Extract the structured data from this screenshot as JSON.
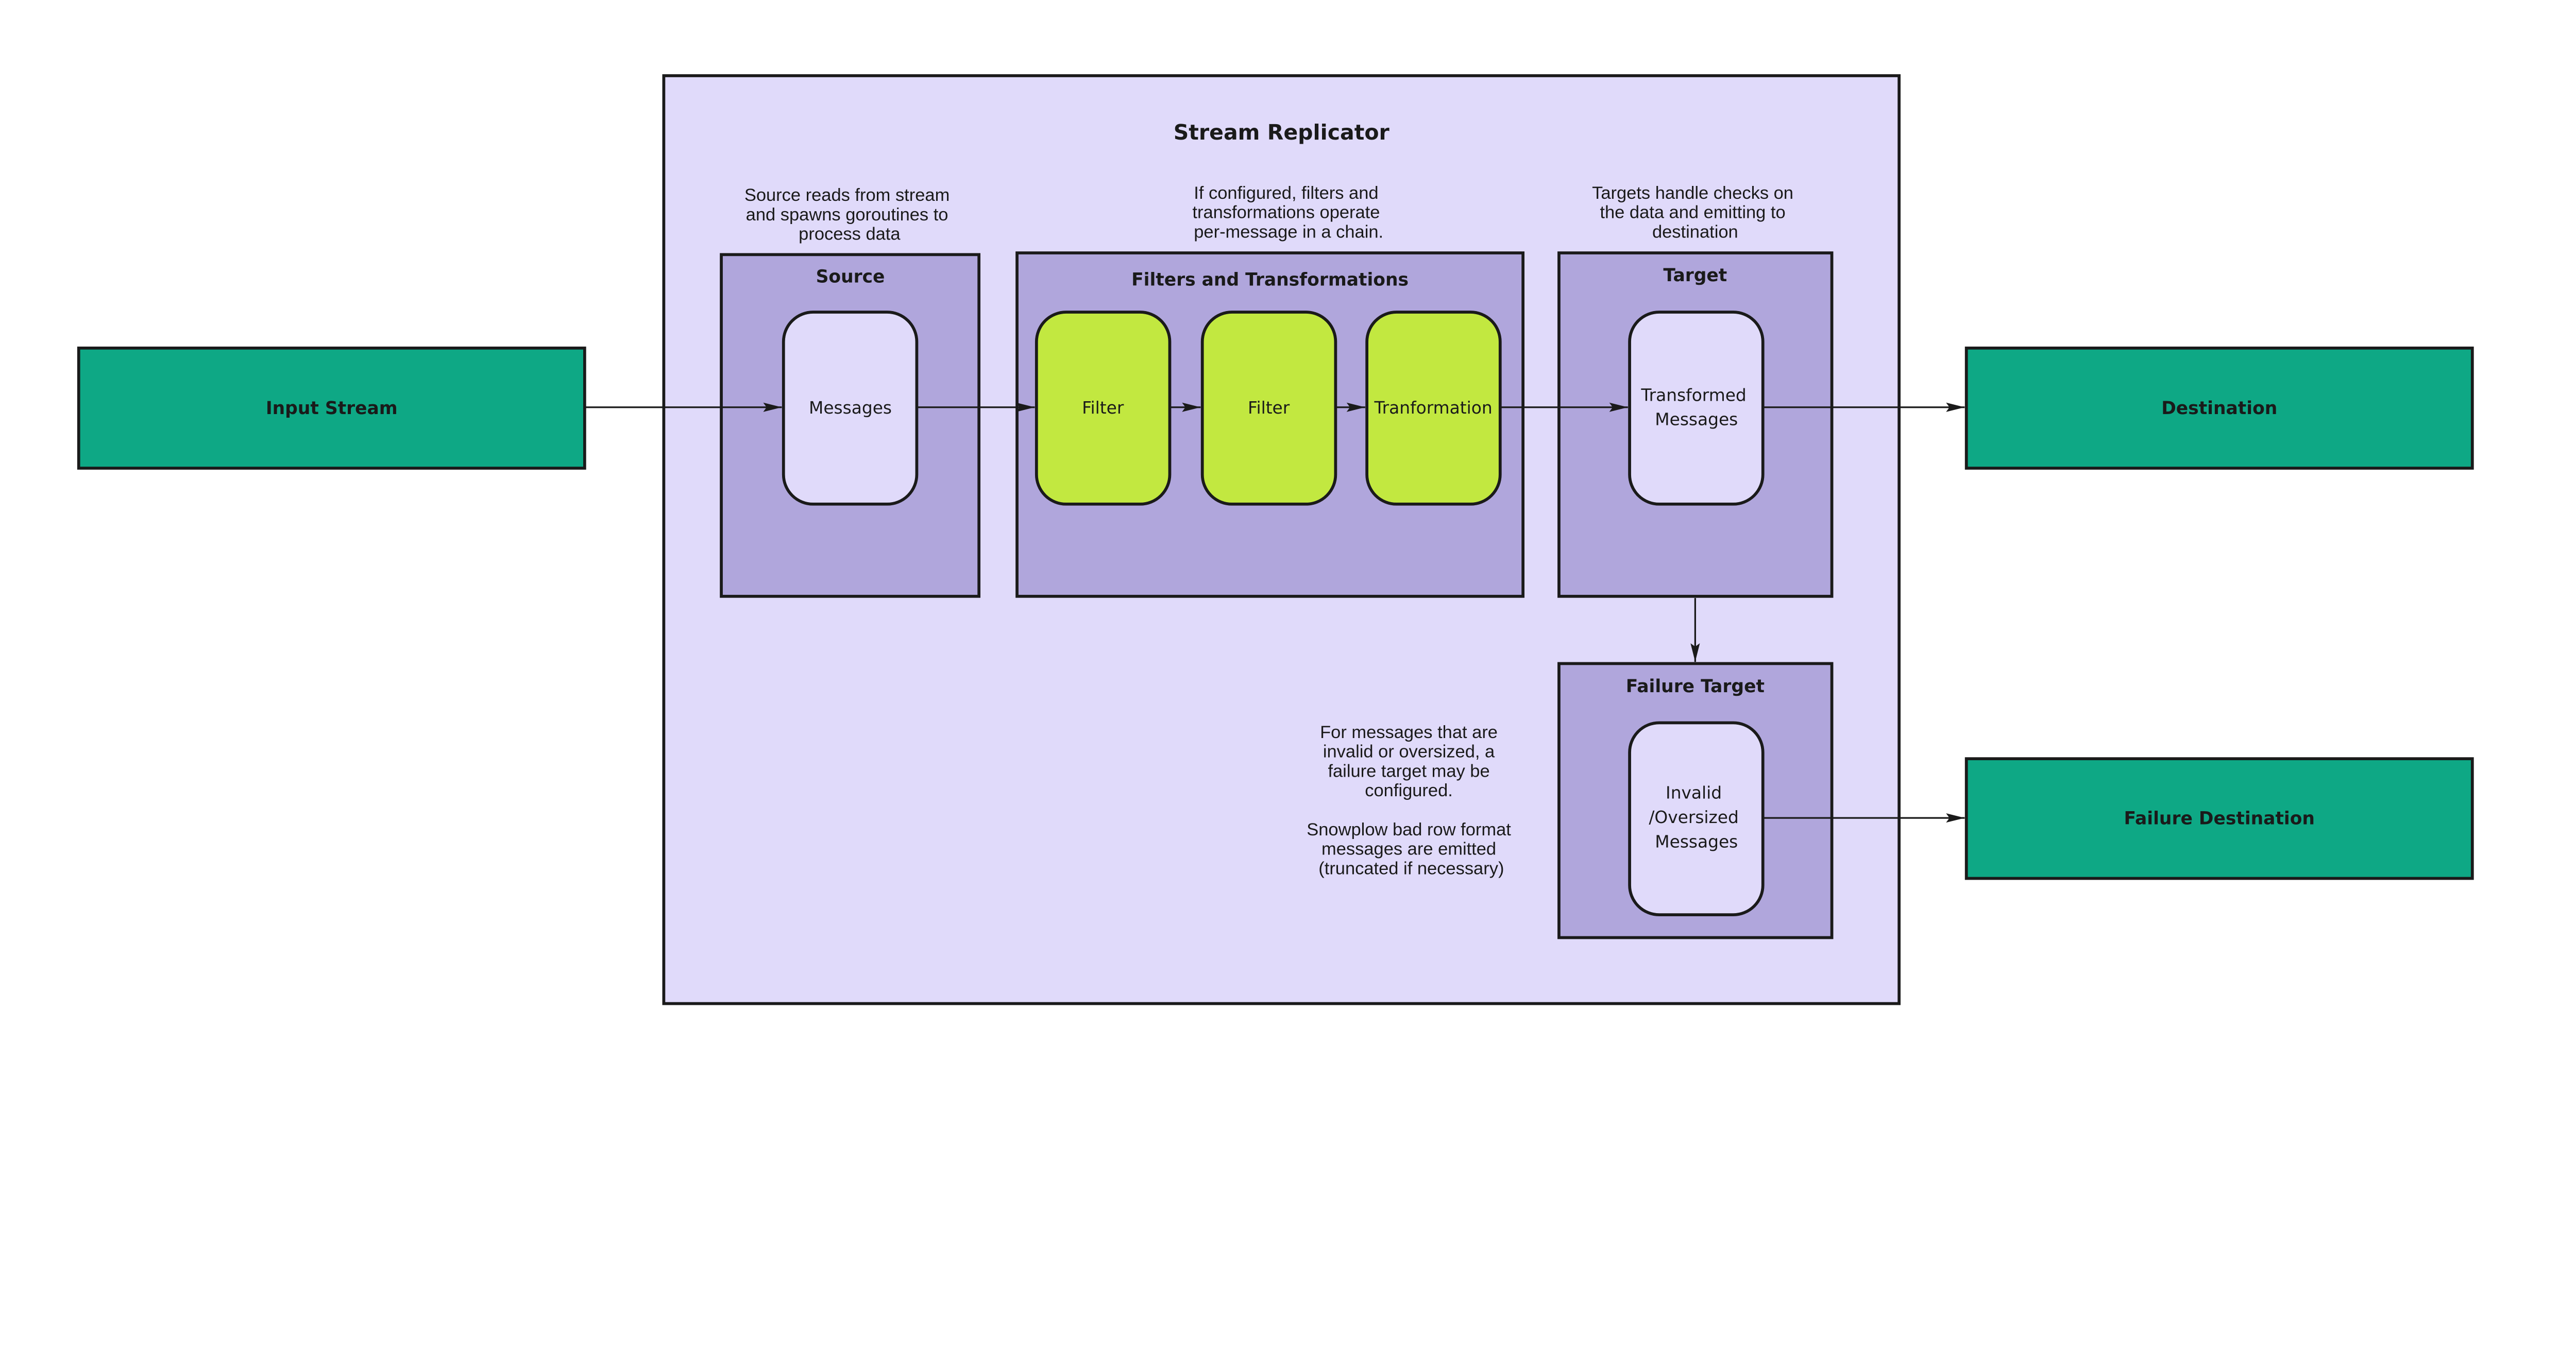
{
  "colors": {
    "endpoint": "#0ea885",
    "container": "#e0dafa",
    "stage": "#b0a6dc",
    "inner": "#e0dafa",
    "processor": "#c2e840",
    "stroke": "#1a1a1a"
  },
  "input_stream": {
    "label": "Input Stream"
  },
  "destination": {
    "label": "Destination"
  },
  "failure_destination": {
    "label": "Failure Destination"
  },
  "replicator": {
    "title": "Stream Replicator",
    "source": {
      "title": "Source",
      "note": [
        "Source reads from stream",
        "and spawns goroutines to",
        "process data"
      ],
      "inner": "Messages"
    },
    "filters": {
      "title": "Filters and Transformations",
      "note": [
        "If configured, filters and",
        "transformations operate",
        "per-message in a chain."
      ],
      "steps": [
        "Filter",
        "Filter",
        "Tranformation"
      ]
    },
    "target": {
      "title": "Target",
      "note": [
        "Targets handle checks on",
        "the data and emitting to",
        "destination"
      ],
      "inner": [
        "Transformed",
        "Messages"
      ]
    },
    "failure_target": {
      "title": "Failure Target",
      "note": [
        "For messages that are",
        "invalid or oversized, a",
        "failure target may be",
        "configured.",
        "",
        "Snowplow bad row format",
        "messages are emitted",
        "(truncated if necessary)"
      ],
      "inner": [
        "Invalid",
        "/Oversized",
        "Messages"
      ]
    }
  }
}
